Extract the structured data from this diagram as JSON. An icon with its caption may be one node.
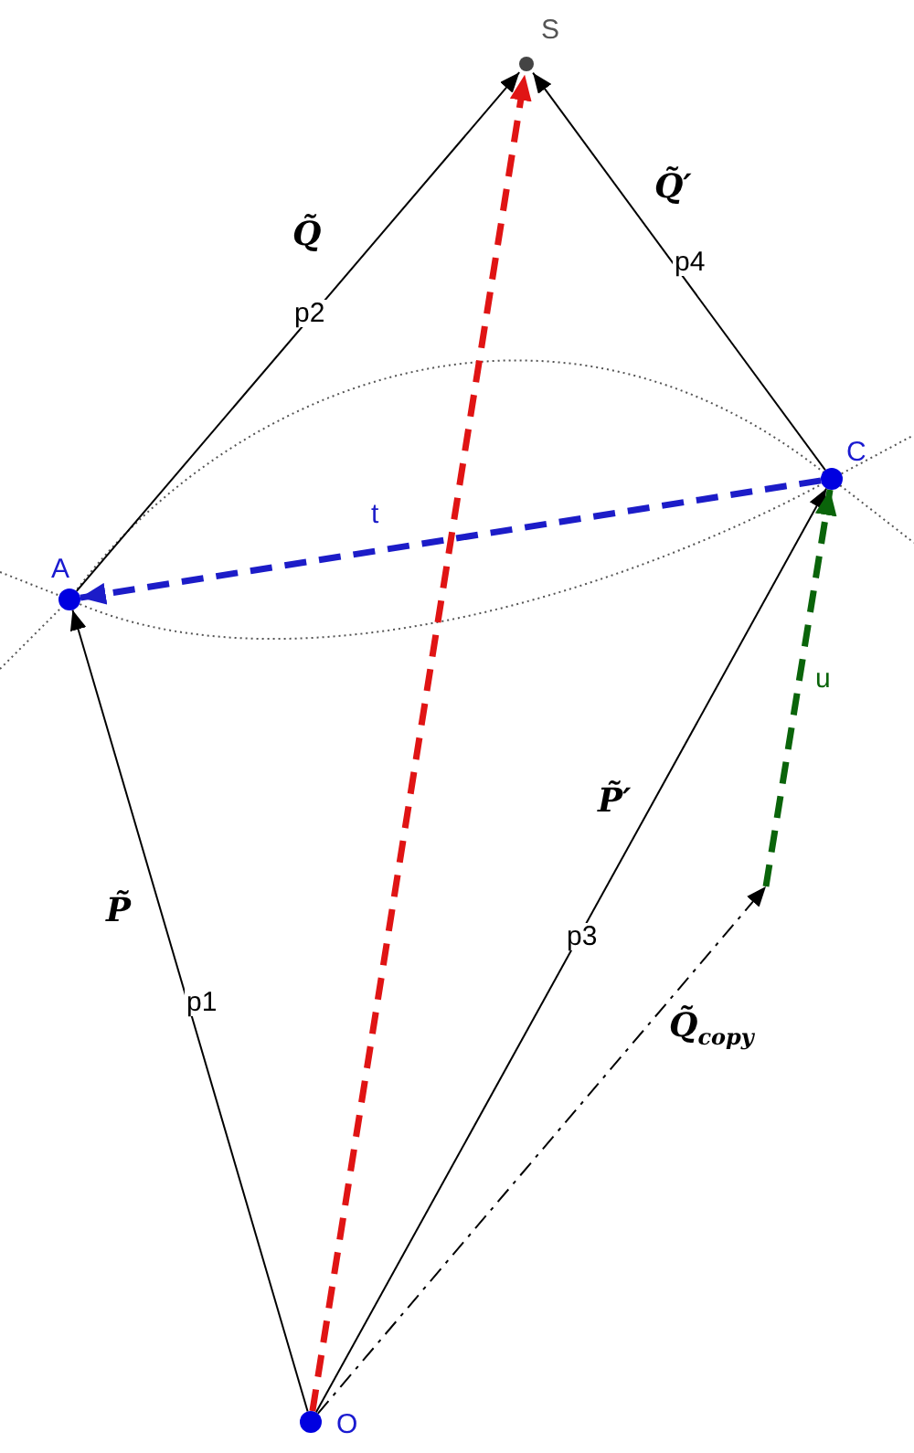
{
  "diagram": {
    "nodes": [
      {
        "text": [
          "S"
        ]
      },
      {
        "text": [
          "C"
        ]
      },
      {
        "text": [
          "A"
        ]
      },
      {
        "text": [
          "O"
        ]
      }
    ],
    "edges": [
      {
        "from": 3,
        "to": 2,
        "arrow": "to",
        "label": "p1"
      },
      {
        "from": 2,
        "to": 0,
        "arrow": "to",
        "label": "p2"
      },
      {
        "from": 3,
        "to": 1,
        "arrow": "to",
        "label": "p3"
      },
      {
        "from": 1,
        "to": 0,
        "arrow": "to",
        "label": "p4"
      },
      {
        "from": 3,
        "to": 0,
        "arrow": "to",
        "style": "dashed",
        "color": "#e01414"
      },
      {
        "from": 1,
        "to": 2,
        "arrow": "to",
        "label": "t",
        "style": "dashed",
        "color": "#1c1cc8"
      },
      {
        "from": 3,
        "to": null,
        "arrow": "to",
        "style": "dashed"
      },
      {
        "from": null,
        "to": 1,
        "arrow": "to",
        "label": "u",
        "style": "dashed",
        "color": "#0a640a"
      }
    ],
    "labels": [
      "Q̃′",
      "Q̃",
      "P̃′",
      "P̃",
      "Q̃$_{copy}$"
    ]
  }
}
